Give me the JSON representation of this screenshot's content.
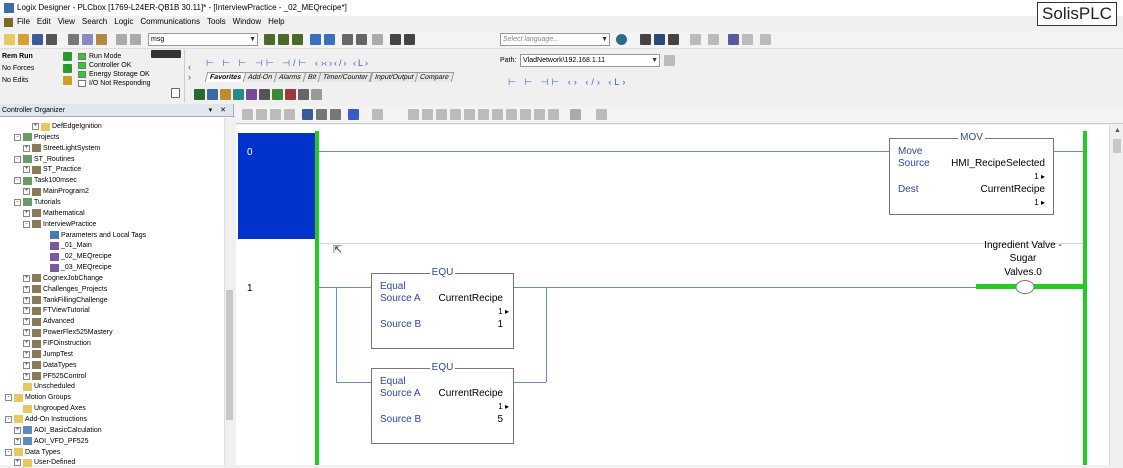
{
  "window": {
    "title": "Logix Designer - PLCbox [1769-L24ER-QB1B 30.11]* - [InterviewPractice - _02_MEQrecipe*]",
    "brand": "SolisPLC"
  },
  "menu": [
    "File",
    "Edit",
    "View",
    "Search",
    "Logic",
    "Communications",
    "Tools",
    "Window",
    "Help"
  ],
  "toolbar": {
    "search_value": "msg",
    "language_placeholder": "Select language...",
    "path_label": "Path:",
    "path_value": "VladNetwork\\192.168.1.11"
  },
  "status": {
    "mode": "Rem Run",
    "forces": "No Forces",
    "edits": "No Edits",
    "run_mode": "Run Mode",
    "controller_ok": "Controller OK",
    "energy": "Energy Storage OK",
    "io": "I/O Not Responding"
  },
  "favorite_tabs": [
    "Favorites",
    "Add-On",
    "Alarms",
    "Bit",
    "Timer/Counter",
    "Input/Output",
    "Compare"
  ],
  "organizer": {
    "title": "Controller Organizer",
    "items": [
      {
        "label": "DefEdgeIgnition",
        "indent": 3,
        "exp": "+",
        "icon": "folder"
      },
      {
        "label": "Projects",
        "indent": 1,
        "exp": "-",
        "icon": "task"
      },
      {
        "label": "StreetLightSystem",
        "indent": 2,
        "exp": "+",
        "icon": "program"
      },
      {
        "label": "ST_Routines",
        "indent": 1,
        "exp": "-",
        "icon": "task"
      },
      {
        "label": "ST_Practice",
        "indent": 2,
        "exp": "+",
        "icon": "program"
      },
      {
        "label": "Task100msec",
        "indent": 1,
        "exp": "-",
        "icon": "task"
      },
      {
        "label": "MainProgram2",
        "indent": 2,
        "exp": "+",
        "icon": "program"
      },
      {
        "label": "Tutorials",
        "indent": 1,
        "exp": "-",
        "icon": "task"
      },
      {
        "label": "Mathematical",
        "indent": 2,
        "exp": "+",
        "icon": "program"
      },
      {
        "label": "InterviewPractice",
        "indent": 2,
        "exp": "-",
        "icon": "program"
      },
      {
        "label": "Parameters and Local Tags",
        "indent": 4,
        "exp": "",
        "icon": "tags"
      },
      {
        "label": "_01_Main",
        "indent": 4,
        "exp": "",
        "icon": "routine"
      },
      {
        "label": "_02_MEQrecipe",
        "indent": 4,
        "exp": "",
        "icon": "routine"
      },
      {
        "label": "_03_MEQrecipe",
        "indent": 4,
        "exp": "",
        "icon": "routine"
      },
      {
        "label": "CognexJobChange",
        "indent": 2,
        "exp": "+",
        "icon": "program"
      },
      {
        "label": "Challenges_Projects",
        "indent": 2,
        "exp": "+",
        "icon": "program"
      },
      {
        "label": "TankFillingChallenge",
        "indent": 2,
        "exp": "+",
        "icon": "program"
      },
      {
        "label": "FTViewTutorial",
        "indent": 2,
        "exp": "+",
        "icon": "program"
      },
      {
        "label": "Advanced",
        "indent": 2,
        "exp": "+",
        "icon": "program"
      },
      {
        "label": "PowerFlex525Mastery",
        "indent": 2,
        "exp": "+",
        "icon": "program"
      },
      {
        "label": "FIFOinstruction",
        "indent": 2,
        "exp": "+",
        "icon": "program"
      },
      {
        "label": "JumpTest",
        "indent": 2,
        "exp": "+",
        "icon": "program"
      },
      {
        "label": "DataTypes",
        "indent": 2,
        "exp": "+",
        "icon": "program"
      },
      {
        "label": "PF525Control",
        "indent": 2,
        "exp": "+",
        "icon": "program"
      },
      {
        "label": "Unscheduled",
        "indent": 1,
        "exp": "",
        "icon": "folder"
      },
      {
        "label": "Motion Groups",
        "indent": 0,
        "exp": "-",
        "icon": "folder"
      },
      {
        "label": "Ungrouped Axes",
        "indent": 1,
        "exp": "",
        "icon": "folder"
      },
      {
        "label": "Add-On Instructions",
        "indent": 0,
        "exp": "-",
        "icon": "folder"
      },
      {
        "label": "AOI_BasicCalculation",
        "indent": 1,
        "exp": "+",
        "icon": "aoi"
      },
      {
        "label": "AOI_VFD_PF525",
        "indent": 1,
        "exp": "+",
        "icon": "aoi"
      },
      {
        "label": "Data Types",
        "indent": 0,
        "exp": "-",
        "icon": "folder"
      },
      {
        "label": "User-Defined",
        "indent": 1,
        "exp": "+",
        "icon": "folder"
      }
    ]
  },
  "ladder": {
    "rung0": {
      "number": "0",
      "mov": {
        "name": "MOV",
        "title": "Move",
        "src_label": "Source",
        "src_tag": "HMI_RecipeSelected",
        "src_val": "1",
        "dest_label": "Dest",
        "dest_tag": "CurrentRecipe",
        "dest_val": "1"
      }
    },
    "rung1": {
      "number": "1",
      "equ1": {
        "name": "EQU",
        "title": "Equal",
        "a_label": "Source A",
        "a_tag": "CurrentRecipe",
        "a_val": "1",
        "b_label": "Source B",
        "b_val": "1"
      },
      "equ2": {
        "name": "EQU",
        "title": "Equal",
        "a_label": "Source A",
        "a_tag": "CurrentRecipe",
        "a_val": "1",
        "b_label": "Source B",
        "b_val": "5"
      },
      "coil": {
        "desc_line1": "Ingredient Valve -",
        "desc_line2": "Sugar",
        "tag": "Valves.0"
      }
    }
  },
  "colors": {
    "rail": "#22cc22",
    "selected_rung": "#0033cc",
    "wire": "#6a8ac8"
  }
}
